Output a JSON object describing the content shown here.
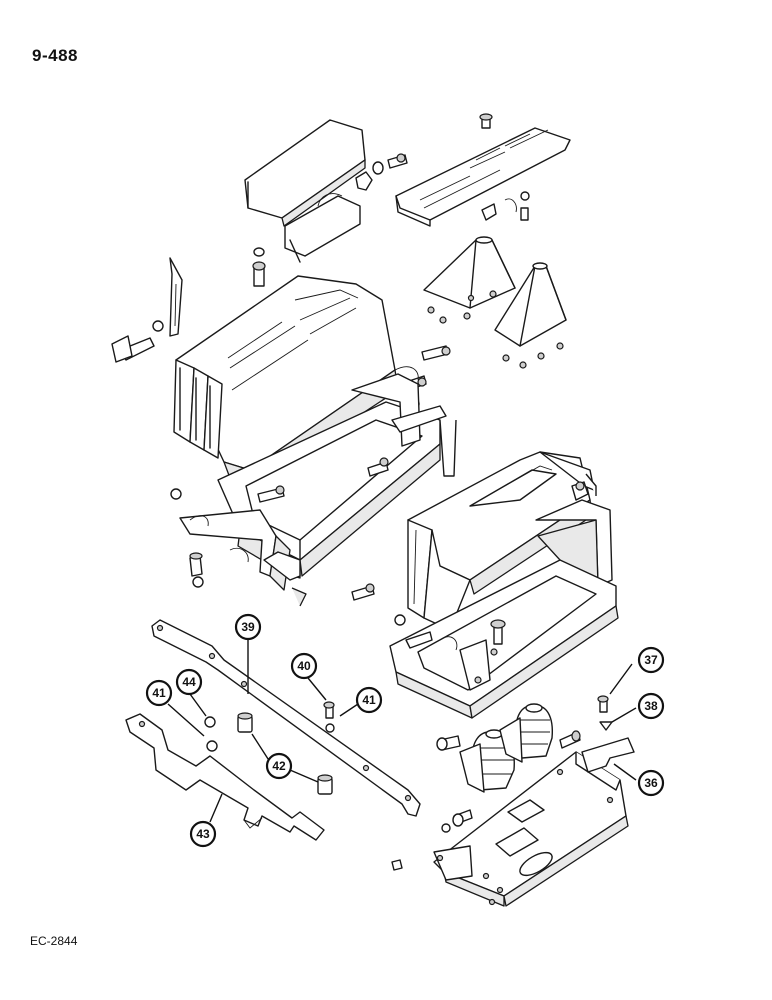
{
  "page_number": "9-488",
  "drawing_code": "EC-2844",
  "callouts": [
    {
      "id": "c39",
      "label": "39"
    },
    {
      "id": "c40",
      "label": "40"
    },
    {
      "id": "c41a",
      "label": "41"
    },
    {
      "id": "c41b",
      "label": "41"
    },
    {
      "id": "c44",
      "label": "44"
    },
    {
      "id": "c42",
      "label": "42"
    },
    {
      "id": "c43",
      "label": "43"
    },
    {
      "id": "c37",
      "label": "37"
    },
    {
      "id": "c38",
      "label": "38"
    },
    {
      "id": "c36",
      "label": "36"
    }
  ]
}
